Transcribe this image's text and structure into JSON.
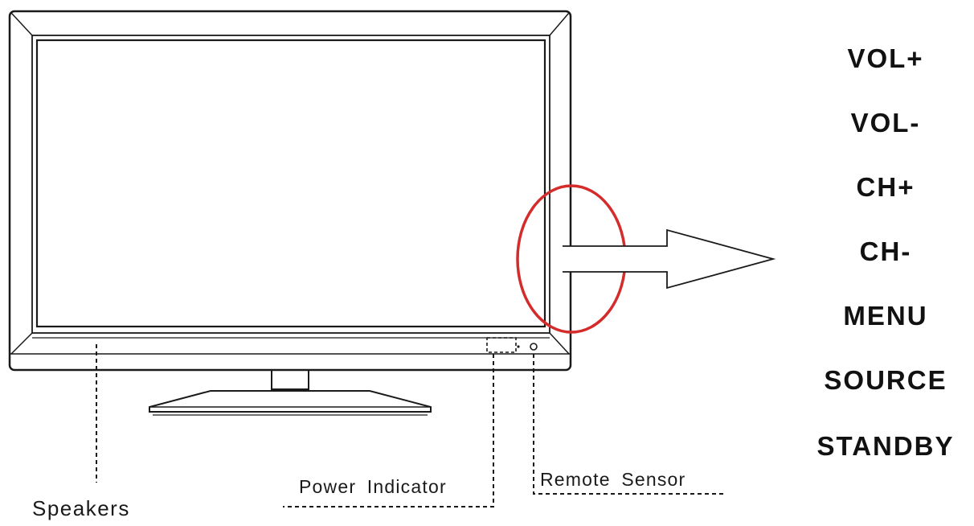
{
  "labels": {
    "speakers": "Speakers",
    "power_indicator": "Power Indicator",
    "remote_sensor": "Remote Sensor"
  },
  "side_buttons": [
    "VOL+",
    "VOL-",
    "CH+",
    "CH-",
    "MENU",
    "SOURCE",
    "STANDBY"
  ],
  "colors": {
    "highlight": "#d42b2b",
    "line": "#1a1a1a"
  }
}
